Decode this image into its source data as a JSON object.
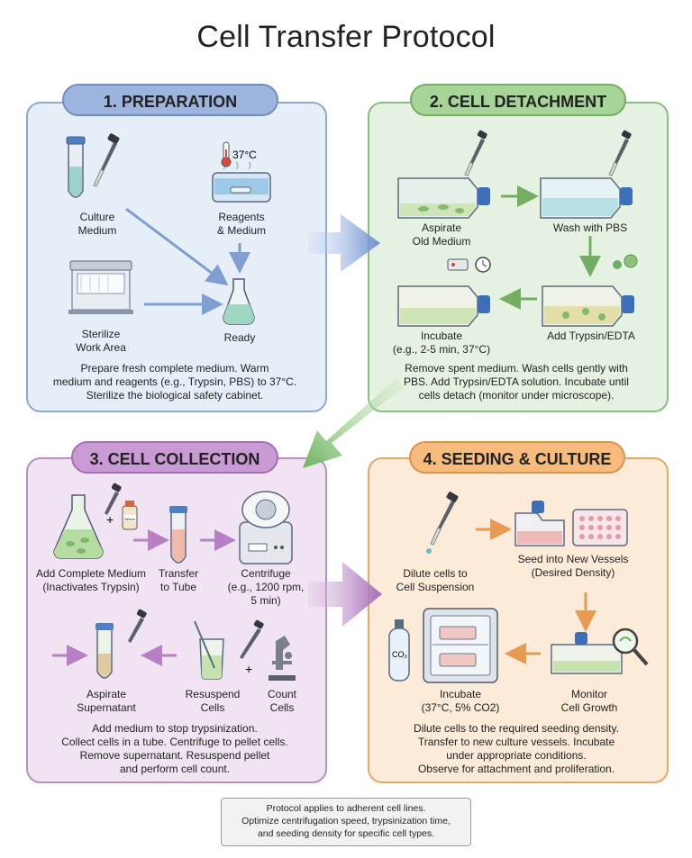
{
  "title": "Cell Transfer Protocol",
  "steps": [
    {
      "header": "1. PREPARATION",
      "labels": [
        "Culture\nMedium",
        "Reagents\n& Medium",
        "Sterilize\nWork Area",
        "Ready"
      ],
      "temp": "37°C",
      "description": "Prepare fresh complete medium. Warm\nmedium and reagents (e.g., Trypsin, PBS) to 37°C.\nSterilize the biological safety cabinet."
    },
    {
      "header": "2. CELL DETACHMENT",
      "labels": [
        "Aspirate\nOld Medium",
        "Wash with PBS",
        "Incubate\n(e.g., 2-5 min, 37°C)",
        "Add Trypsin/EDTA"
      ],
      "description": "Remove spent medium. Wash cells gently with\nPBS. Add Trypsin/EDTA solution. Incubate until\ncells detach (monitor under microscope)."
    },
    {
      "header": "3. CELL COLLECTION",
      "labels": [
        "Add Complete Medium\n(Inactivates Trypsin)",
        "Transfer\nto Tube",
        "Centrifuge\n(e.g., 1200 rpm,\n5 min)",
        "Aspirate\nSupernatant",
        "Resuspend\nCells",
        "Count\nCells"
      ],
      "serum": "Serum",
      "description": "Add medium to stop trypsinization.\nCollect cells in a tube. Centrifuge to pellet cells.\nRemove supernatant. Resuspend pellet\nand perform cell count."
    },
    {
      "header": "4. SEEDING & CULTURE",
      "labels": [
        "Dilute cells to\nCell Suspension",
        "Seed into New Vessels\n(Desired Density)",
        "Incubate\n(37°C, 5% CO2)",
        "Monitor\nCell Growth"
      ],
      "co2": "CO₂",
      "description": "Dilute cells to the required seeding density.\nTransfer to new culture vessels. Incubate\nunder appropriate conditions.\nObserve for attachment and proliferation."
    }
  ],
  "note": "Protocol applies to adherent cell lines.\nOptimize centrifugation speed, trypsinization time,\nand seeding density for specific cell types.",
  "colors": {
    "blue": "#6f8fc4",
    "green": "#74ae62",
    "purple": "#a371ae",
    "orange": "#d9934a"
  }
}
